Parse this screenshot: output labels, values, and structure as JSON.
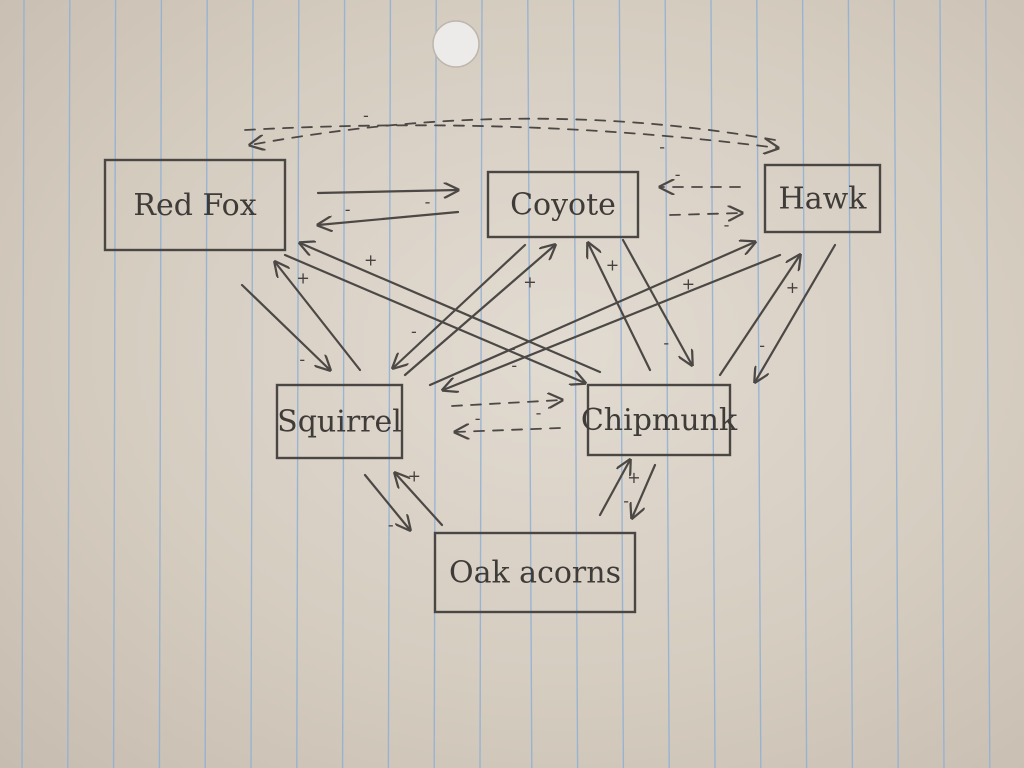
{
  "diagram": {
    "type": "food-web",
    "nodes": [
      {
        "id": "fox",
        "label": "Red Fox"
      },
      {
        "id": "coyote",
        "label": "Coyote"
      },
      {
        "id": "hawk",
        "label": "Hawk"
      },
      {
        "id": "squirrel",
        "label": "Squirrel"
      },
      {
        "id": "chipmunk",
        "label": "Chipmunk"
      },
      {
        "id": "oak",
        "label": "Oak acorns"
      }
    ],
    "edges": [
      {
        "from": "fox",
        "to": "coyote",
        "sign": "-",
        "style": "solid"
      },
      {
        "from": "coyote",
        "to": "fox",
        "sign": "-",
        "style": "solid"
      },
      {
        "from": "hawk",
        "to": "fox",
        "sign": "-",
        "style": "dashed"
      },
      {
        "from": "fox",
        "to": "hawk",
        "sign": "-",
        "style": "dashed"
      },
      {
        "from": "hawk",
        "to": "coyote",
        "sign": "-",
        "style": "dashed"
      },
      {
        "from": "coyote",
        "to": "hawk",
        "sign": "-",
        "style": "dashed"
      },
      {
        "from": "fox",
        "to": "squirrel",
        "sign": "-",
        "style": "solid"
      },
      {
        "from": "squirrel",
        "to": "fox",
        "sign": "+",
        "style": "solid"
      },
      {
        "from": "fox",
        "to": "chipmunk",
        "sign": "-",
        "style": "solid"
      },
      {
        "from": "chipmunk",
        "to": "fox",
        "sign": "+",
        "style": "solid"
      },
      {
        "from": "coyote",
        "to": "squirrel",
        "sign": "-",
        "style": "solid"
      },
      {
        "from": "squirrel",
        "to": "coyote",
        "sign": "+",
        "style": "solid"
      },
      {
        "from": "coyote",
        "to": "chipmunk",
        "sign": "-",
        "style": "solid"
      },
      {
        "from": "chipmunk",
        "to": "coyote",
        "sign": "+",
        "style": "solid"
      },
      {
        "from": "hawk",
        "to": "squirrel",
        "sign": "-",
        "style": "solid"
      },
      {
        "from": "squirrel",
        "to": "hawk",
        "sign": "+",
        "style": "solid"
      },
      {
        "from": "hawk",
        "to": "chipmunk",
        "sign": "-",
        "style": "solid"
      },
      {
        "from": "chipmunk",
        "to": "hawk",
        "sign": "+",
        "style": "solid"
      },
      {
        "from": "squirrel",
        "to": "chipmunk",
        "sign": "-",
        "style": "dashed"
      },
      {
        "from": "chipmunk",
        "to": "squirrel",
        "sign": "-",
        "style": "dashed"
      },
      {
        "from": "squirrel",
        "to": "oak",
        "sign": "-",
        "style": "solid"
      },
      {
        "from": "oak",
        "to": "squirrel",
        "sign": "+",
        "style": "solid"
      },
      {
        "from": "oak",
        "to": "chipmunk",
        "sign": "+",
        "style": "solid"
      },
      {
        "from": "chipmunk",
        "to": "oak",
        "sign": "-",
        "style": "solid"
      }
    ]
  }
}
